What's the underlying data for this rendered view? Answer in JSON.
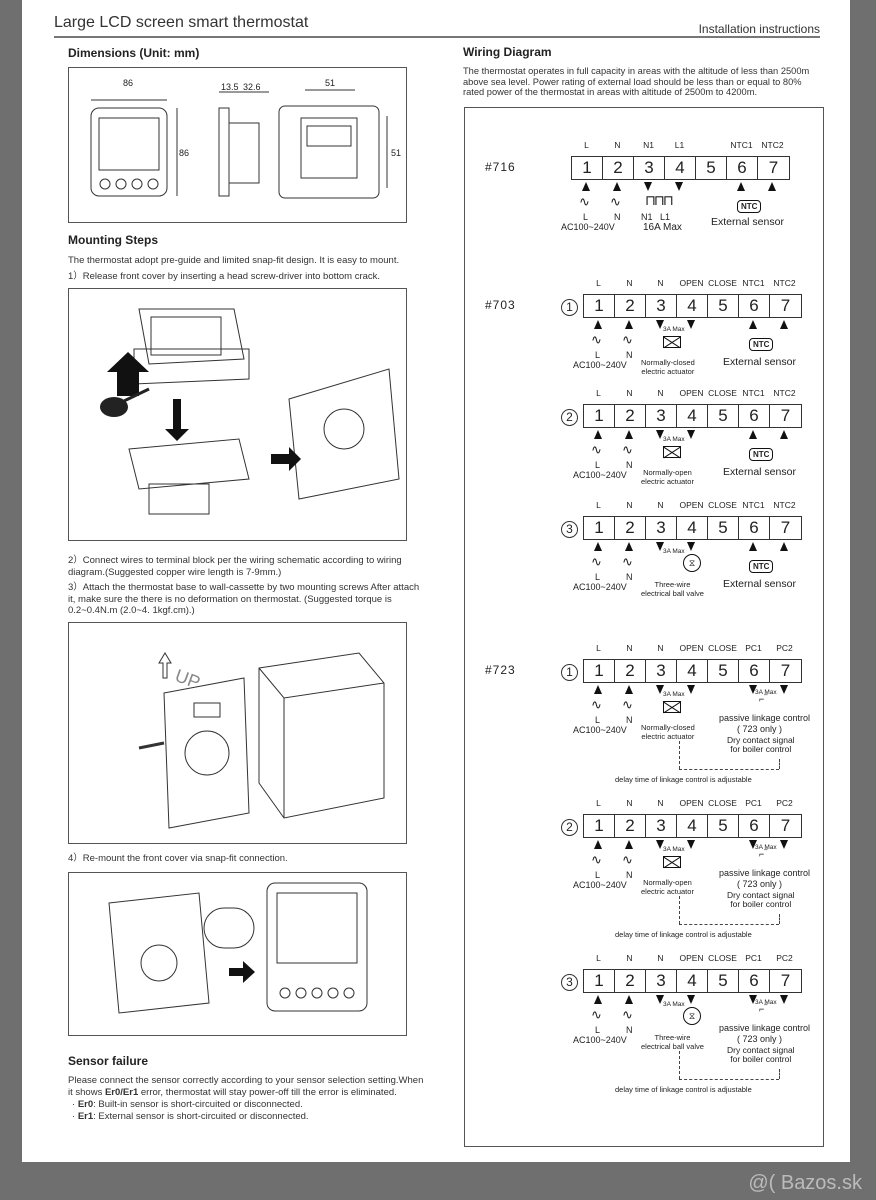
{
  "header": {
    "title": "Large LCD screen smart thermostat",
    "subtitle": "Installation instructions"
  },
  "dimensions": {
    "heading": "Dimensions (Unit: mm)",
    "labels": [
      "86",
      "13.5",
      "32.6",
      "51",
      "86",
      "51"
    ]
  },
  "mounting": {
    "heading": "Mounting Steps",
    "intro": "The thermostat adopt pre-guide and limited snap-fit design. It is easy to mount.",
    "step1": "1）Release front cover by inserting a head screw-driver into bottom crack.",
    "step2": "2）Connect wires to terminal block per the wiring schematic according to wiring diagram.(Suggested copper wire length is 7-9mm.)",
    "step3": "3）Attach the thermostat base to wall-cassette by two mounting screws After attach it, make sure the there is no deformation on thermostat. (Suggested torque is 0.2~0.4N.m (2.0~4. 1kgf.cm).)",
    "step4": "4）Re-mount the front cover via snap-fit connection.",
    "up_label": "UP"
  },
  "sensor": {
    "heading": "Sensor failure",
    "text1": "Please connect the sensor correctly according to your sensor selection setting.When it shows ",
    "code": "Er0/Er1",
    "text2": " error, thermostat will stay power-off till the error is eliminated.",
    "items": [
      {
        "code": "Er0",
        "text": ": Built-in sensor is short-circuited or disconnected."
      },
      {
        "code": "Er1",
        "text": ": External sensor is short-circuited or disconnected."
      }
    ]
  },
  "wiring": {
    "heading": "Wiring Diagram",
    "intro": "The thermostat operates in full capacity in areas with the altitude of less than 2500m above sea level. Power rating of external load should be less than or equal to 80% rated power of the thermostat in areas with altitude of 2500m to 4200m.",
    "numbers": [
      "1",
      "2",
      "3",
      "4",
      "5",
      "6",
      "7"
    ],
    "power": "AC100~240V",
    "L": "L",
    "N": "N",
    "ntc": "NTC",
    "ext": "External sensor",
    "max": "3A Max",
    "blocks": [
      {
        "model": "#716",
        "num": "",
        "labels": [
          "L",
          "N",
          "N1",
          "L1",
          "",
          "NTC1",
          "NTC2"
        ],
        "load": [
          "N1   L1",
          "16A Max"
        ],
        "right": "ntc"
      },
      {
        "model": "#703",
        "num": "1",
        "labels": [
          "L",
          "N",
          "N",
          "OPEN",
          "CLOSE",
          "NTC1",
          "NTC2"
        ],
        "load": [
          "Normally-closed",
          "electric actuator"
        ],
        "right": "ntc"
      },
      {
        "model": "",
        "num": "2",
        "labels": [
          "L",
          "N",
          "N",
          "OPEN",
          "CLOSE",
          "NTC1",
          "NTC2"
        ],
        "load": [
          "Normally-open",
          "electric actuator"
        ],
        "right": "ntc"
      },
      {
        "model": "",
        "num": "3",
        "labels": [
          "L",
          "N",
          "N",
          "OPEN",
          "CLOSE",
          "NTC1",
          "NTC2"
        ],
        "load": [
          "Three-wire",
          "electrical ball valve"
        ],
        "right": "ntc"
      },
      {
        "model": "#723",
        "num": "1",
        "labels": [
          "L",
          "N",
          "N",
          "OPEN",
          "CLOSE",
          "PC1",
          "PC2"
        ],
        "load": [
          "Normally-closed",
          "electric actuator"
        ],
        "right": "pc"
      },
      {
        "model": "",
        "num": "2",
        "labels": [
          "L",
          "N",
          "N",
          "OPEN",
          "CLOSE",
          "PC1",
          "PC2"
        ],
        "load": [
          "Normally-open",
          "electric actuator"
        ],
        "right": "pc"
      },
      {
        "model": "",
        "num": "3",
        "labels": [
          "L",
          "N",
          "N",
          "OPEN",
          "CLOSE",
          "PC1",
          "PC2"
        ],
        "load": [
          "Three-wire",
          "electrical ball valve"
        ],
        "right": "pc"
      }
    ],
    "pc": {
      "title": "passive linkage control",
      "only": "( 723 only )",
      "dry1": "Dry contact signal",
      "dry2": "for boiler control",
      "delay": "delay time of linkage control is adjustable"
    }
  },
  "watermark": "@( Bazos.sk"
}
